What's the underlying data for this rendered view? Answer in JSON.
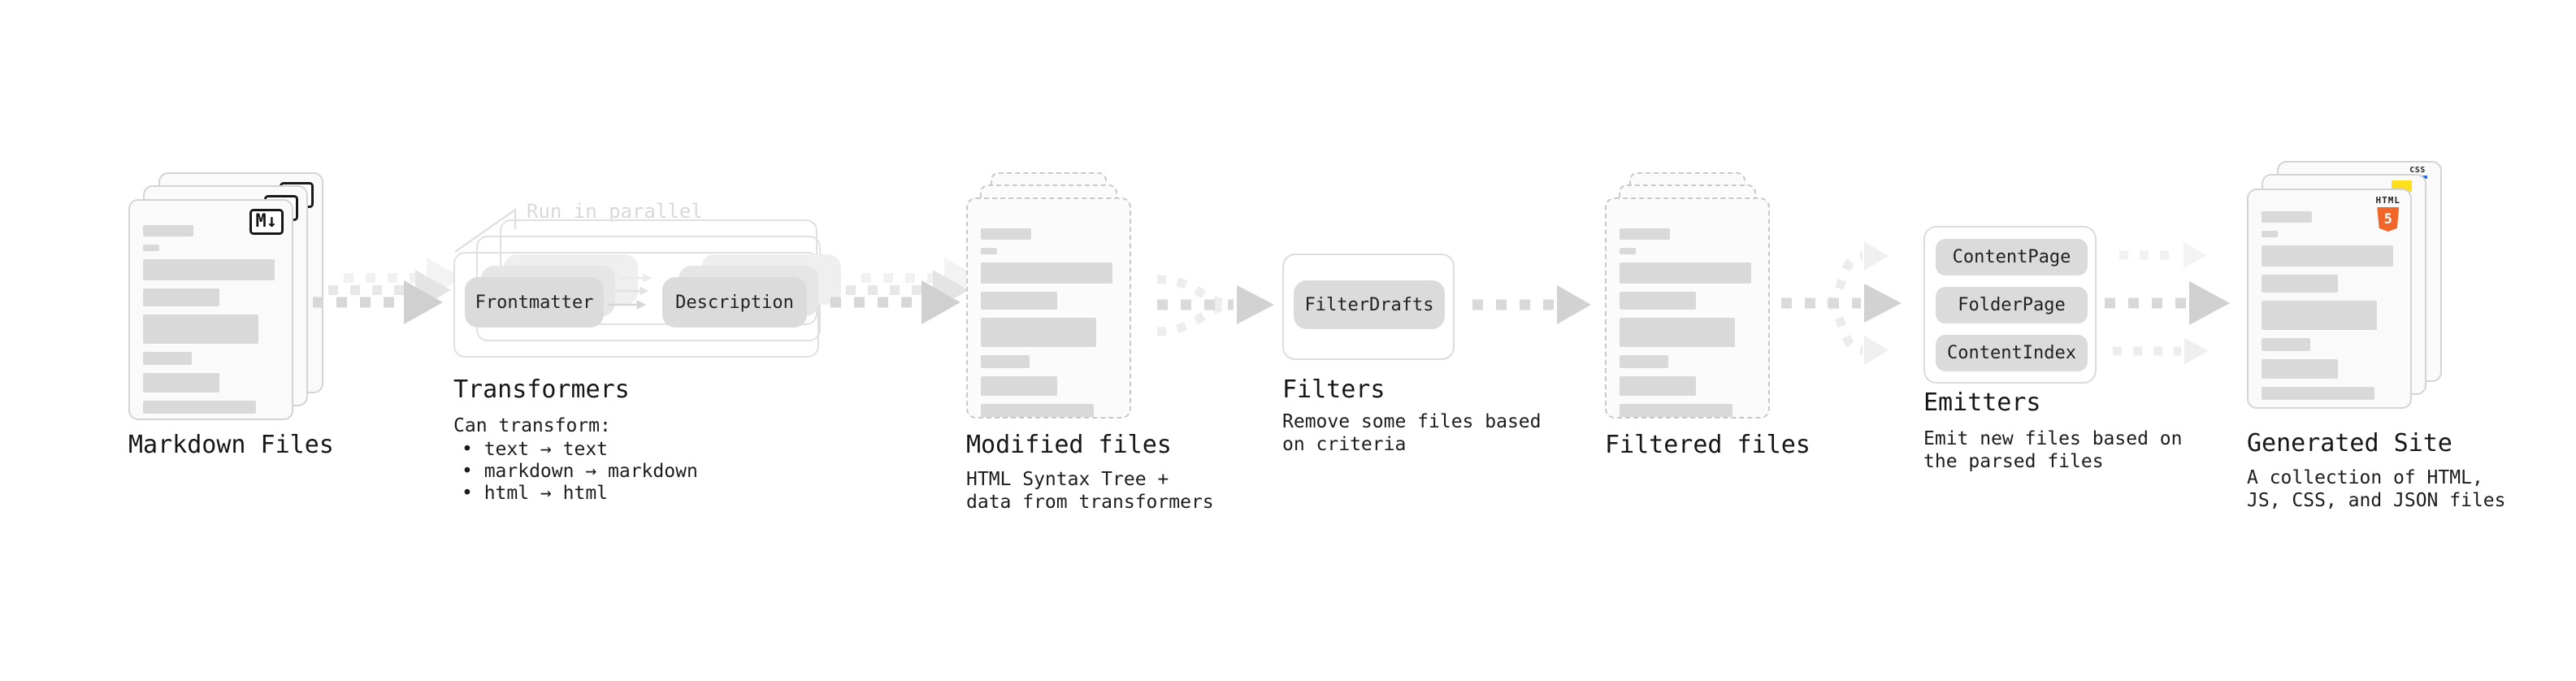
{
  "diagram": {
    "markdown_files": {
      "label": "Markdown Files",
      "badge": "M↓"
    },
    "transformers": {
      "note": "Run in parallel",
      "pill_left": "Frontmatter",
      "pill_right": "Description",
      "title": "Transformers",
      "intro": "Can transform:",
      "bullets": [
        "• text → text",
        "• markdown → markdown",
        "• html → html"
      ]
    },
    "modified_files": {
      "label": "Modified files",
      "description": "HTML Syntax Tree +\ndata from transformers"
    },
    "filters": {
      "pill": "FilterDrafts",
      "title": "Filters",
      "description": "Remove some files based\non criteria"
    },
    "filtered_files": {
      "label": "Filtered files"
    },
    "emitters": {
      "pills": [
        "ContentPage",
        "FolderPage",
        "ContentIndex"
      ],
      "title": "Emitters",
      "description": "Emit new files based on\nthe parsed files"
    },
    "generated_site": {
      "label": "Generated Site",
      "description": "A collection of HTML,\nJS, CSS, and JSON files",
      "css_badge": "CSS",
      "html_badge": "HTML",
      "html_badge_number": "5"
    },
    "colors": {
      "js_yellow": "#ffdf1b",
      "css_blue": "#2e6ce6",
      "html_orange": "#f16529"
    }
  }
}
